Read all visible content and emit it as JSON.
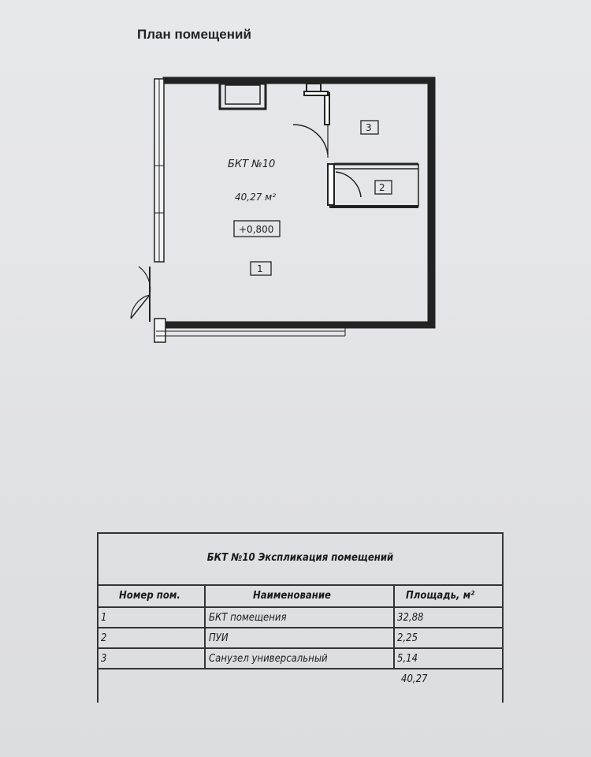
{
  "page": {
    "title": "План помещений"
  },
  "plan": {
    "unit_name": "БКТ №10",
    "area": "40,27 м²",
    "level": "+0,800",
    "room_markers": [
      "1",
      "2",
      "3"
    ]
  },
  "table": {
    "title": "БКТ №10 Экспликация помещений",
    "headers": {
      "number": "Номер пом.",
      "name": "Наименование",
      "area": "Площадь, м²"
    },
    "rows": [
      {
        "number": "1",
        "name": "БКТ помещения",
        "area": "32,88"
      },
      {
        "number": "2",
        "name": "ПУИ",
        "area": "2,25"
      },
      {
        "number": "3",
        "name": "Санузел универсальный",
        "area": "5,14"
      }
    ],
    "total": "40,27"
  }
}
